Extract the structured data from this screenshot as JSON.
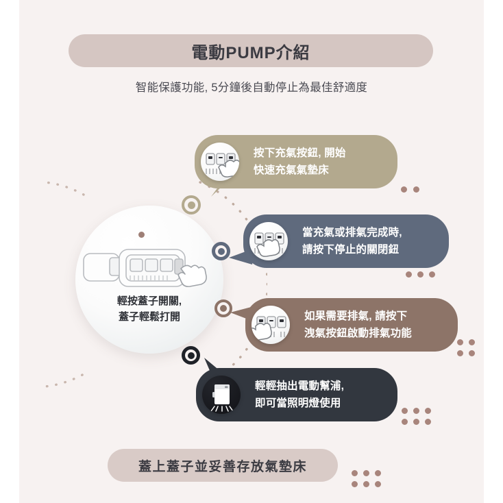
{
  "page": {
    "background_color": "#f7f2f1",
    "margin_color": "#ffffff"
  },
  "header": {
    "title": "電動PUMP介紹",
    "title_pill_color": "#d5c6c2",
    "subtitle": "智能保護功能, 5分鐘後自動停止為最佳舒適度"
  },
  "hero": {
    "label_line1": "輕按蓋子開關,",
    "label_line2": "蓋子輕鬆打開",
    "icon": "air-pump-with-hand-icon",
    "accent_dot_color": "#9e7f76"
  },
  "steps": [
    {
      "index": 1,
      "line1": "按下充氣按鈕, 開始",
      "line2": "快速充氣氣墊床",
      "color": "#b3a98e",
      "marker_color": "#b3a98e",
      "icon": "pump-control-panel-inflate-icon"
    },
    {
      "index": 2,
      "line1": "當充氣或排氣完成時,",
      "line2": "請按下停止的關閉鈕",
      "color": "#5f6a7d",
      "marker_color": "#5f6a7d",
      "icon": "pump-control-panel-stop-icon"
    },
    {
      "index": 3,
      "line1": "如果需要排氣, 請按下",
      "line2": "洩氣按鈕啟動排氣功能",
      "color": "#8d7468",
      "marker_color": "#8d7468",
      "icon": "pump-control-panel-deflate-icon"
    },
    {
      "index": 4,
      "line1": "輕輕抽出電動幫浦,",
      "line2": "即可當照明燈使用",
      "color": "#32373f",
      "marker_color": "#1f2228",
      "icon": "pump-flashlight-icon"
    }
  ],
  "footer": {
    "text": "蓋上蓋子並妥善存放氣墊床",
    "pill_color": "#d9cbc7"
  },
  "decor": {
    "dot_color": "#a8857c",
    "arc_color": "#c9b7ae"
  }
}
